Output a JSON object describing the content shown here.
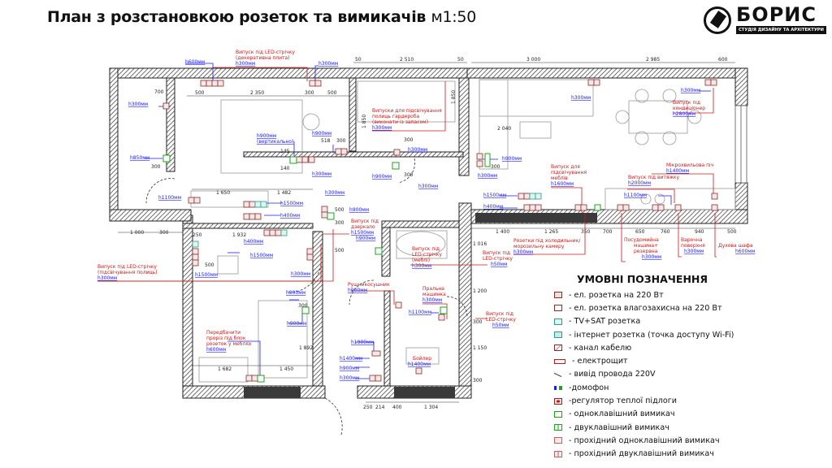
{
  "header": {
    "title": "План з розстановкою розеток та вимикачів",
    "scale": "м1:50"
  },
  "logo": {
    "name": "БОРИС",
    "subtitle": "СТУДІЯ ДИЗАЙНУ ТА АРХІТЕКТУРИ"
  },
  "colors": {
    "wall": "#333333",
    "socket": "#8b2a2a",
    "switch": "#1aa31a",
    "tv": "#2a9a8a",
    "height_label": "#1a1aff",
    "note": "#d01818"
  },
  "dimensions": [
    "50",
    "2 510",
    "50",
    "3 000",
    "2 985",
    "600",
    "500",
    "2 350",
    "300",
    "500",
    "700",
    "300",
    "1 850",
    "1 850",
    "518",
    "300",
    "145",
    "140",
    "300",
    "300",
    "1 650",
    "1 482",
    "1 000",
    "300",
    "250",
    "1 932",
    "500",
    "1 400",
    "1 265",
    "350",
    "700",
    "650",
    "760",
    "940",
    "500",
    "2 040",
    "300",
    "1 016",
    "1 200",
    "300",
    "1 150",
    "300",
    "1 682",
    "1 450",
    "1 892",
    "250",
    "214",
    "400",
    "1 304",
    "500",
    "300",
    "300",
    "500"
  ],
  "heights": [
    "h600мм",
    "h300мм",
    "h300мм",
    "h850мм",
    "h900мм",
    "h300мм",
    "h300мм",
    "h900мм",
    "h300мм",
    "h1100мм",
    "h1500мм",
    "h400мм",
    "h300мм",
    "h900мм",
    "h1500мм",
    "h900мм",
    "h400мм",
    "h1500мм",
    "h300мм",
    "h300мм",
    "h300мм",
    "h900мм",
    "h300мм",
    "h1500мм",
    "h400мм",
    "h1100мм",
    "h900мм",
    "h1900мм",
    "h1400мм",
    "h900мм",
    "h300мм",
    "h1100мм",
    "h900мм"
  ],
  "notes": [
    {
      "lines": [
        "Випуск під LED-стрічку",
        "(декоративна плита)"
      ],
      "h": "h300мм"
    },
    {
      "lines": [
        "Випуски для підсвічування",
        "полиць гардероба",
        "(виконати із запасом)"
      ],
      "h": "h300мм"
    },
    {
      "lines": [
        "h900мм",
        "(вертикально)"
      ],
      "h": ""
    },
    {
      "lines": [
        "Випуск під",
        "кондиціонер"
      ],
      "h": "h2800мм"
    },
    {
      "lines": [
        "Випуск для",
        "підсвічування",
        "меблів"
      ],
      "h": "h1600мм"
    },
    {
      "lines": [
        "Випуск під витяжку"
      ],
      "h": "h2000мм"
    },
    {
      "lines": [
        "Мікрохвильова піч"
      ],
      "h": "h1400мм"
    },
    {
      "lines": [
        "Розетки під холодильник/",
        "морозильну камеру"
      ],
      "h": "h300мм"
    },
    {
      "lines": [
        "Посудомийна",
        "машина+",
        "резервна"
      ],
      "h": "h300мм"
    },
    {
      "lines": [
        "Варочна",
        "поверхня"
      ],
      "h": "h300мм"
    },
    {
      "lines": [
        "Духова шафа"
      ],
      "h": "h600мм"
    },
    {
      "lines": [
        "Випуск під LED-стрічку",
        "(підсвічування полиць)"
      ],
      "h": "h300мм"
    },
    {
      "lines": [
        "Випуск під",
        "дзеркало"
      ],
      "h": "h1500мм"
    },
    {
      "lines": [
        "Випуск під",
        "LED-стрічку",
        "(меблі)"
      ],
      "h": "h300мм"
    },
    {
      "lines": [
        "Випуск під",
        "LED-стрічку"
      ],
      "h": "h50мм"
    },
    {
      "lines": [
        "Рушникосушник"
      ],
      "h": "h900мм"
    },
    {
      "lines": [
        "Пральна",
        "машинка"
      ],
      "h": "h300мм"
    },
    {
      "lines": [
        "Випуск під",
        "LED-стрічку"
      ],
      "h": "h50мм"
    },
    {
      "lines": [
        "Передбачити",
        "проріз під блок",
        "розеток у меблях"
      ],
      "h": "h600мм"
    },
    {
      "lines": [
        "Бойлер"
      ],
      "h": "h1400мм"
    }
  ],
  "legend": {
    "title": "УМОВНІ ПОЗНАЧЕННЯ",
    "items": [
      {
        "icon": "socket-220-icon",
        "label": "- ел. розетка на 220 Вт"
      },
      {
        "icon": "waterproof-socket-icon",
        "label": "- ел. розетка влагозахисна на 220 Вт"
      },
      {
        "icon": "tv-sat-socket-icon",
        "label": "- TV+SAT розетка"
      },
      {
        "icon": "internet-socket-icon",
        "label": "- інтернет розетка (точка доступу Wi-Fi)"
      },
      {
        "icon": "cable-channel-icon",
        "label": "- канал кабелю"
      },
      {
        "icon": "electrical-panel-icon",
        "label": "- електрощит"
      },
      {
        "icon": "wire-outlet-icon",
        "label": "- вивід провода 220V"
      },
      {
        "icon": "intercom-icon",
        "label": "-домофон"
      },
      {
        "icon": "floor-heating-regulator-icon",
        "label": "-регулятор теплої підлоги"
      },
      {
        "icon": "single-switch-icon",
        "label": "- одноклавішний вимикач"
      },
      {
        "icon": "double-switch-icon",
        "label": "- двуклавішний вимикач"
      },
      {
        "icon": "pass-single-switch-icon",
        "label": "- прохідний одноклавішний вимикач"
      },
      {
        "icon": "pass-double-switch-icon",
        "label": "- прохідний двуклавішний вимикач"
      }
    ]
  }
}
